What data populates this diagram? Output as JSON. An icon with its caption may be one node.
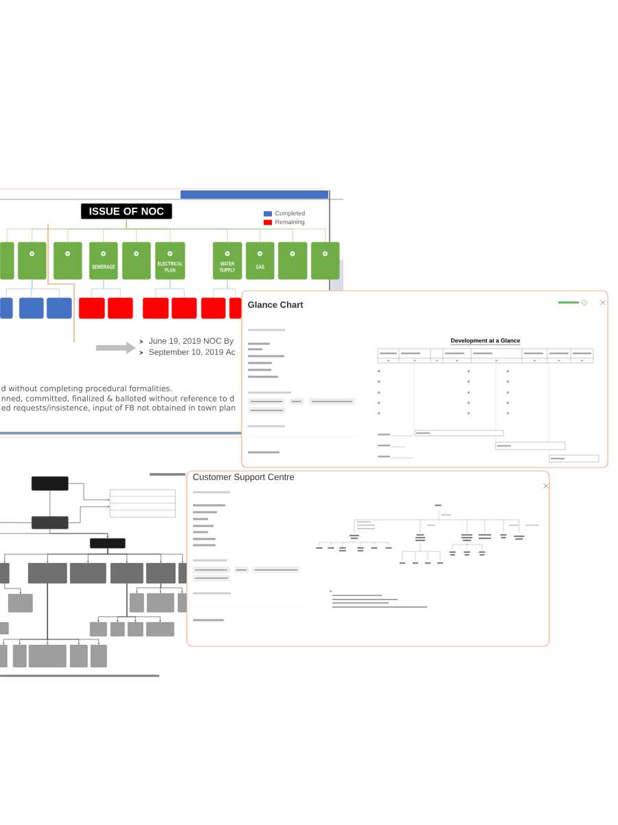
{
  "diagram": {
    "nodes": [
      {
        "text": [
          "ISSUE OF NOC"
        ]
      },
      {
        "text": [],
        "shape": "box"
      },
      {
        "text": [],
        "shape": "box"
      },
      {
        "text": [],
        "shape": "box"
      },
      {
        "text": [
          "SEWERAGE"
        ]
      },
      {
        "text": [],
        "shape": "box"
      },
      {
        "text": [
          "ELECTRICAL PLAN"
        ]
      },
      {
        "text": [
          "WATER SUPPLY"
        ]
      },
      {
        "text": [
          "GAS"
        ]
      },
      {
        "text": [],
        "shape": "box"
      },
      {
        "text": [],
        "shape": "box"
      },
      {
        "text": [],
        "shape": "box"
      },
      {
        "text": [],
        "shape": "box"
      },
      {
        "text": [],
        "shape": "box"
      },
      {
        "text": [],
        "shape": "box"
      },
      {
        "text": [],
        "shape": "box"
      },
      {
        "text": [],
        "shape": "box"
      },
      {
        "text": [],
        "shape": "box"
      },
      {
        "text": [],
        "shape": "box"
      },
      {
        "text": [],
        "shape": "box"
      },
      {
        "text": [],
        "shape": "box"
      },
      {
        "text": [],
        "shape": "box"
      },
      {
        "text": [],
        "shape": "box"
      },
      {
        "text": [],
        "shape": "box"
      },
      {
        "text": [],
        "shape": "box"
      },
      {
        "text": [],
        "shape": "box"
      },
      {
        "text": [],
        "shape": "box"
      },
      {
        "text": [],
        "shape": "box"
      },
      {
        "text": [],
        "shape": "box"
      },
      {
        "text": [],
        "shape": "box"
      },
      {
        "text": [],
        "shape": "box"
      },
      {
        "text": [],
        "shape": "box"
      },
      {
        "text": [],
        "shape": "box"
      },
      {
        "text": [],
        "shape": "box"
      },
      {
        "text": [],
        "shape": "box"
      },
      {
        "text": [],
        "shape": "box"
      },
      {
        "text": [],
        "shape": "box"
      },
      {
        "text": [],
        "shape": "box"
      },
      {
        "text": [],
        "shape": "box"
      },
      {
        "text": [],
        "shape": "box"
      },
      {
        "text": [],
        "shape": "box"
      },
      {
        "text": [],
        "shape": "box"
      },
      {
        "text": [],
        "shape": "box"
      },
      {
        "text": [],
        "shape": "box"
      }
    ],
    "edges": [
      {
        "from": 0,
        "to": 1,
        "arrow": "none",
        "color": "#a9d18e"
      },
      {
        "from": 0,
        "to": 2,
        "arrow": "none",
        "color": "#a9d18e"
      },
      {
        "from": 0,
        "to": 3,
        "arrow": "none",
        "color": "#a9d18e"
      },
      {
        "from": 0,
        "to": 4,
        "arrow": "none",
        "color": "#a9d18e"
      },
      {
        "from": 0,
        "to": 5,
        "arrow": "none",
        "color": "#a9d18e"
      },
      {
        "from": 0,
        "to": 6,
        "arrow": "none",
        "color": "#a9d18e"
      },
      {
        "from": 0,
        "to": 7,
        "arrow": "none",
        "color": "#a9d18e"
      },
      {
        "from": 0,
        "to": 8,
        "arrow": "none",
        "color": "#a9d18e"
      },
      {
        "from": 0,
        "to": 9,
        "arrow": "none",
        "color": "#a9d18e"
      },
      {
        "from": 0,
        "to": 10,
        "arrow": "none",
        "color": "#a9d18e"
      },
      {
        "from": 2,
        "to": 11,
        "arrow": "none",
        "color": "#9dc3e6"
      },
      {
        "from": 2,
        "to": 12,
        "arrow": "none",
        "color": "#9dc3e6"
      },
      {
        "from": 2,
        "to": 13,
        "arrow": "none",
        "color": "#9dc3e6"
      },
      {
        "from": 4,
        "to": 14,
        "arrow": "none",
        "color": "#9dc3e6"
      },
      {
        "from": 4,
        "to": 15,
        "arrow": "none",
        "color": "#9dc3e6"
      },
      {
        "from": 6,
        "to": 16,
        "arrow": "none",
        "color": "#9dc3e6"
      },
      {
        "from": 6,
        "to": 17,
        "arrow": "none",
        "color": "#9dc3e6"
      },
      {
        "from": 7,
        "to": 18,
        "arrow": "none",
        "color": "#9dc3e6"
      },
      {
        "from": 7,
        "to": 19,
        "arrow": "none",
        "color": "#9dc3e6"
      },
      {
        "from": 20,
        "to": 21,
        "arrow": "none"
      },
      {
        "from": 20,
        "to": 22,
        "arrow": "to"
      },
      {
        "from": 21,
        "to": 22,
        "arrow": "to"
      },
      {
        "from": null,
        "to": 21,
        "arrow": "none"
      },
      {
        "from": 21,
        "to": 23,
        "arrow": "to"
      },
      {
        "from": null,
        "to": 23,
        "arrow": "to"
      },
      {
        "from": 23,
        "to": 24,
        "arrow": "to"
      },
      {
        "from": 23,
        "to": 25,
        "arrow": "to"
      },
      {
        "from": 23,
        "to": 26,
        "arrow": "to"
      },
      {
        "from": 23,
        "to": 27,
        "arrow": "to"
      },
      {
        "from": 23,
        "to": 28,
        "arrow": "to"
      },
      {
        "from": 23,
        "to": 29,
        "arrow": "to"
      },
      {
        "from": 24,
        "to": 30,
        "arrow": "to"
      },
      {
        "from": 28,
        "to": 31,
        "arrow": "to"
      },
      {
        "from": 28,
        "to": 32,
        "arrow": "to"
      },
      {
        "from": 28,
        "to": 33,
        "arrow": "to"
      },
      {
        "from": 27,
        "to": 34,
        "arrow": "to"
      },
      {
        "from": 27,
        "to": 35,
        "arrow": "to"
      },
      {
        "from": 27,
        "to": 36,
        "arrow": "to"
      },
      {
        "from": 27,
        "to": 37,
        "arrow": "to"
      },
      {
        "from": 25,
        "to": 39,
        "arrow": "to"
      },
      {
        "from": 25,
        "to": 40,
        "arrow": "to"
      },
      {
        "from": 25,
        "to": 41,
        "arrow": "to"
      },
      {
        "from": 25,
        "to": 42,
        "arrow": "to"
      },
      {
        "from": 25,
        "to": 43,
        "arrow": "to"
      }
    ],
    "labels": [
      "June 19, 2019 NOC By",
      "September 10, 2019 Ac",
      "d without completing procedural formalities.",
      "nned, committed, finalized & balloted without reference to d",
      "ed requests/insistence, input of FB not obtained in town plan",
      "Glance Chart",
      "Development at a Glance",
      "Customer Support Centre"
    ],
    "legend": [
      {
        "text": "Completed",
        "color": "#4472c4"
      },
      {
        "text": "Remaining",
        "color": "#ff0000"
      }
    ]
  }
}
